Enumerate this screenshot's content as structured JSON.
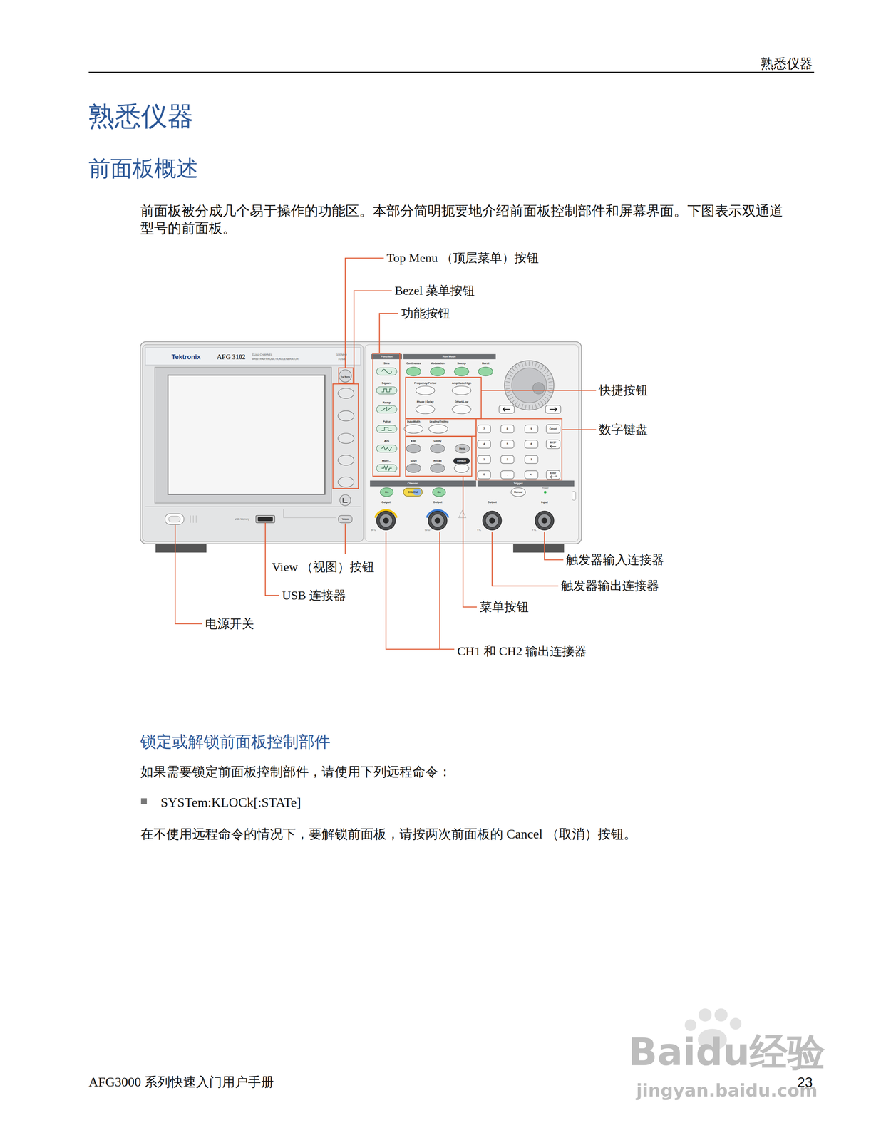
{
  "diagram": {
    "title": "熟悉仪器",
    "labels": [
      "熟悉仪器",
      "前面板概述",
      "前面板被分成几个易于操作的功能区。本部分简明扼要地介绍前面板控制部件和屏幕界面。下图表示双通道型号的前面板。",
      "Top Menu （顶层菜单）按钮",
      "Bezel 菜单按钮",
      "功能按钮",
      "快捷按钮",
      "数字键盘",
      "触发器输入连接器",
      "触发器输出连接器",
      "菜单按钮",
      "CH1 和 CH2 输出连接器",
      "View （视图）按钮",
      "USB 连接器",
      "电源开关",
      "锁定或解锁前面板控制部件",
      "如果需要锁定前面板控制部件，请使用下列远程命令：",
      "SYSTem:KLOCk[:STATe]",
      "在不使用远程命令的情况下，要解锁前面板，请按两次前面板的 Cancel （取消）按钮。",
      "AFG3000 系列快速入门用户手册",
      "23",
      "Baidu经验",
      "jingyan.baidu.com",
      "Tektronix",
      "AFG 3102",
      "DUAL CHANNEL",
      "ARBITRARY/FUNCTION GENERATOR",
      "100 MHz",
      "1GS/s",
      "Top Menu",
      "USB Memory",
      "View",
      "Function",
      "Sine",
      "Square",
      "Ramp",
      "Pulse",
      "Arb",
      "More...",
      "Run Mode",
      "Continuous",
      "Modulation",
      "Sweep",
      "Burst",
      "Frequency/Period",
      "Amplitude/High",
      "Phase | Delay",
      "Offset/Low",
      "Duty/Width",
      "Leading/Trailing",
      "Edit",
      "Utility",
      "Help",
      "Save",
      "Recall",
      "Default",
      "7",
      "8",
      "9",
      "4",
      "5",
      "6",
      "1",
      "2",
      "3",
      "0",
      ".",
      "+/-",
      "Cancel",
      "BKSP",
      "Enter",
      "Channel",
      "Trigger",
      "On",
      "Ch1/Ch2",
      "On",
      "Manual",
      "Trigger",
      "Output",
      "Output",
      "Output",
      "Input",
      "50 Ω",
      "50 Ω",
      "TTL",
      "TTL"
    ]
  }
}
